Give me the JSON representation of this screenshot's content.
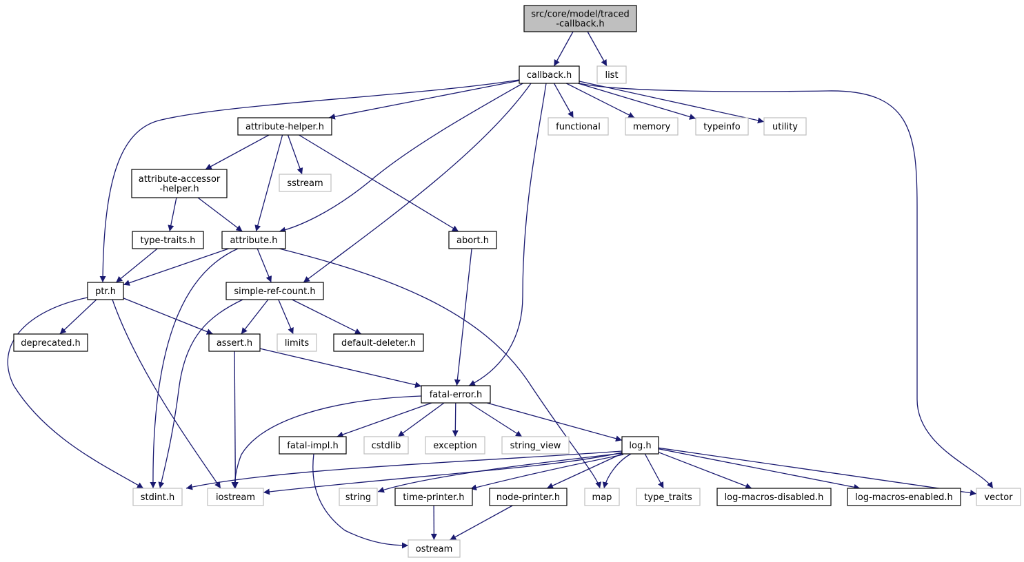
{
  "colors": {
    "edge": "#191970",
    "node_border": "#000000",
    "external_border": "#bfbfbf",
    "root_fill": "#bfbfbf",
    "node_fill": "#ffffff"
  },
  "nodes": [
    {
      "id": "root",
      "label": "src/core/model/traced\n-callback.h",
      "kind": "root"
    },
    {
      "id": "callback",
      "label": "callback.h",
      "kind": "internal"
    },
    {
      "id": "list",
      "label": "list",
      "kind": "external"
    },
    {
      "id": "attribute_helper",
      "label": "attribute-helper.h",
      "kind": "internal"
    },
    {
      "id": "functional",
      "label": "functional",
      "kind": "external"
    },
    {
      "id": "memory",
      "label": "memory",
      "kind": "external"
    },
    {
      "id": "typeinfo",
      "label": "typeinfo",
      "kind": "external"
    },
    {
      "id": "utility",
      "label": "utility",
      "kind": "external"
    },
    {
      "id": "attribute_accessor_helper",
      "label": "attribute-accessor\n-helper.h",
      "kind": "internal"
    },
    {
      "id": "sstream",
      "label": "sstream",
      "kind": "external"
    },
    {
      "id": "type_traits_h",
      "label": "type-traits.h",
      "kind": "internal"
    },
    {
      "id": "attribute",
      "label": "attribute.h",
      "kind": "internal"
    },
    {
      "id": "abort",
      "label": "abort.h",
      "kind": "internal"
    },
    {
      "id": "ptr",
      "label": "ptr.h",
      "kind": "internal"
    },
    {
      "id": "simple_ref_count",
      "label": "simple-ref-count.h",
      "kind": "internal"
    },
    {
      "id": "deprecated",
      "label": "deprecated.h",
      "kind": "internal"
    },
    {
      "id": "assert",
      "label": "assert.h",
      "kind": "internal"
    },
    {
      "id": "limits",
      "label": "limits",
      "kind": "external"
    },
    {
      "id": "default_deleter",
      "label": "default-deleter.h",
      "kind": "internal"
    },
    {
      "id": "fatal_error",
      "label": "fatal-error.h",
      "kind": "internal"
    },
    {
      "id": "fatal_impl",
      "label": "fatal-impl.h",
      "kind": "internal"
    },
    {
      "id": "cstdlib",
      "label": "cstdlib",
      "kind": "external"
    },
    {
      "id": "exception",
      "label": "exception",
      "kind": "external"
    },
    {
      "id": "string_view",
      "label": "string_view",
      "kind": "external"
    },
    {
      "id": "log",
      "label": "log.h",
      "kind": "internal"
    },
    {
      "id": "stdint",
      "label": "stdint.h",
      "kind": "external"
    },
    {
      "id": "iostream",
      "label": "iostream",
      "kind": "external"
    },
    {
      "id": "string",
      "label": "string",
      "kind": "external"
    },
    {
      "id": "time_printer",
      "label": "time-printer.h",
      "kind": "internal"
    },
    {
      "id": "node_printer",
      "label": "node-printer.h",
      "kind": "internal"
    },
    {
      "id": "map",
      "label": "map",
      "kind": "external"
    },
    {
      "id": "type_traits",
      "label": "type_traits",
      "kind": "external"
    },
    {
      "id": "log_macros_disabled",
      "label": "log-macros-disabled.h",
      "kind": "internal"
    },
    {
      "id": "log_macros_enabled",
      "label": "log-macros-enabled.h",
      "kind": "internal"
    },
    {
      "id": "vector",
      "label": "vector",
      "kind": "external"
    },
    {
      "id": "ostream",
      "label": "ostream",
      "kind": "external"
    }
  ],
  "edges": [
    [
      "root",
      "callback"
    ],
    [
      "root",
      "list"
    ],
    [
      "callback",
      "attribute_helper"
    ],
    [
      "callback",
      "functional"
    ],
    [
      "callback",
      "memory"
    ],
    [
      "callback",
      "typeinfo"
    ],
    [
      "callback",
      "utility"
    ],
    [
      "callback",
      "ptr"
    ],
    [
      "callback",
      "attribute"
    ],
    [
      "callback",
      "simple_ref_count"
    ],
    [
      "callback",
      "fatal_error"
    ],
    [
      "callback",
      "vector"
    ],
    [
      "attribute_helper",
      "attribute_accessor_helper"
    ],
    [
      "attribute_helper",
      "sstream"
    ],
    [
      "attribute_helper",
      "attribute"
    ],
    [
      "attribute_helper",
      "abort"
    ],
    [
      "attribute_accessor_helper",
      "type_traits_h"
    ],
    [
      "attribute_accessor_helper",
      "attribute"
    ],
    [
      "type_traits_h",
      "ptr"
    ],
    [
      "attribute",
      "ptr"
    ],
    [
      "attribute",
      "simple_ref_count"
    ],
    [
      "attribute",
      "stdint"
    ],
    [
      "attribute",
      "map"
    ],
    [
      "abort",
      "fatal_error"
    ],
    [
      "ptr",
      "deprecated"
    ],
    [
      "ptr",
      "assert"
    ],
    [
      "ptr",
      "stdint"
    ],
    [
      "ptr",
      "iostream"
    ],
    [
      "simple_ref_count",
      "assert"
    ],
    [
      "simple_ref_count",
      "limits"
    ],
    [
      "simple_ref_count",
      "default_deleter"
    ],
    [
      "simple_ref_count",
      "stdint"
    ],
    [
      "assert",
      "fatal_error"
    ],
    [
      "assert",
      "iostream"
    ],
    [
      "fatal_error",
      "fatal_impl"
    ],
    [
      "fatal_error",
      "cstdlib"
    ],
    [
      "fatal_error",
      "exception"
    ],
    [
      "fatal_error",
      "string_view"
    ],
    [
      "fatal_error",
      "log"
    ],
    [
      "fatal_error",
      "iostream"
    ],
    [
      "fatal_impl",
      "ostream"
    ],
    [
      "log",
      "stdint"
    ],
    [
      "log",
      "iostream"
    ],
    [
      "log",
      "string"
    ],
    [
      "log",
      "time_printer"
    ],
    [
      "log",
      "node_printer"
    ],
    [
      "log",
      "map"
    ],
    [
      "log",
      "type_traits"
    ],
    [
      "log",
      "log_macros_disabled"
    ],
    [
      "log",
      "log_macros_enabled"
    ],
    [
      "log",
      "vector"
    ],
    [
      "time_printer",
      "ostream"
    ],
    [
      "node_printer",
      "ostream"
    ]
  ]
}
